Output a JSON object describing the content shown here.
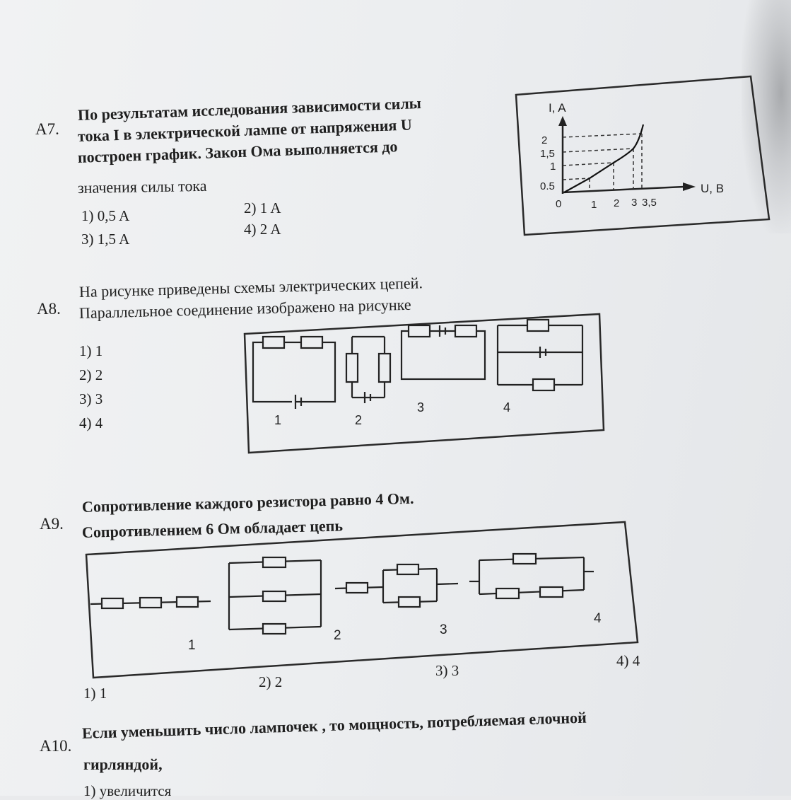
{
  "a7": {
    "num": "A7.",
    "lines": [
      "По результатам исследования зависимости силы",
      "тока I в электрической лампе от напряжения U",
      "построен график. Закон Ома выполняется до",
      "значения силы тока"
    ],
    "options": [
      "1) 0,5 A",
      "2) 1 A",
      "3) 1,5 A",
      "4) 2 A"
    ],
    "graph": {
      "y_label": "I, A",
      "x_label": "U, B",
      "y_ticks": [
        "2",
        "1,5",
        "1",
        "0.5"
      ],
      "x_ticks": [
        "0",
        "1",
        "2",
        "3",
        "3,5"
      ]
    }
  },
  "a8": {
    "num": "A8.",
    "lines": [
      "На рисунке приведены схемы электрических цепей.",
      "Параллельное соединение изображено на рисунке"
    ],
    "options": [
      "1) 1",
      "2) 2",
      "3) 3",
      "4) 4"
    ],
    "circuit_labels": [
      "1",
      "2",
      "3",
      "4"
    ]
  },
  "a9": {
    "num": "A9.",
    "lines": [
      "Сопротивление каждого резистора равно 4 Ом.",
      "Сопротивлением 6 Ом обладает цепь"
    ],
    "options": [
      "1) 1",
      "2) 2",
      "3) 3",
      "4) 4"
    ],
    "circuit_labels": [
      "1",
      "2",
      "3",
      "4"
    ]
  },
  "a10": {
    "num": "A10.",
    "lines": [
      "Если уменьшить число лампочек , то мощность, потребляемая елочной",
      "гирляндой,"
    ],
    "options": [
      "1) увеличится"
    ]
  }
}
